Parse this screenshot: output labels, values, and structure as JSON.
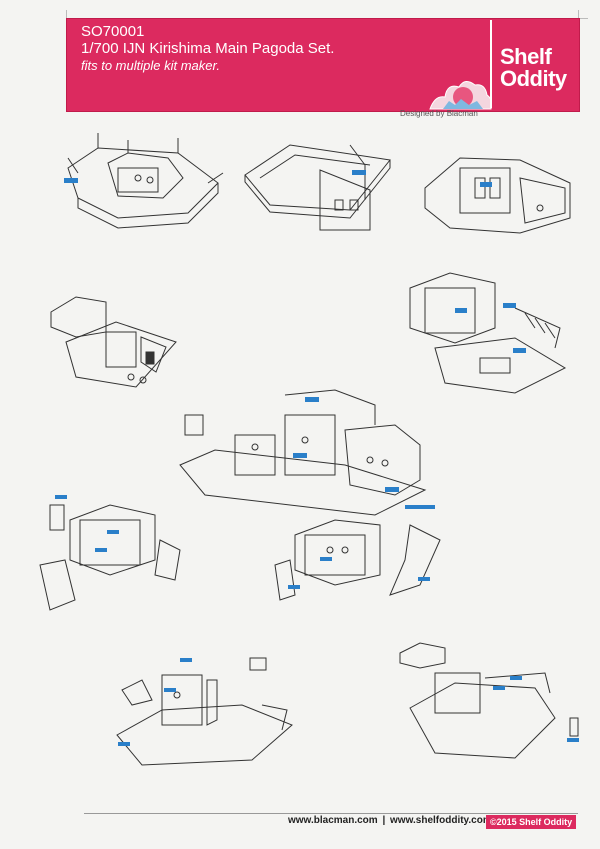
{
  "header": {
    "code": "SO70001",
    "title": "1/700 IJN Kirishima Main Pagoda Set.",
    "subtitle": "fits to multiple kit maker.",
    "designed_by": "Designed by Blacman"
  },
  "logo": {
    "line1": "Shelf",
    "line2": "Oddity"
  },
  "footer": {
    "website1": "www.blacman.com",
    "separator": "|",
    "website2": "www.shelfoddity.com",
    "copyright": "©2015 Shelf Oddity"
  },
  "colors": {
    "brand": "#dc2a5f",
    "line_art": "#333333",
    "part_label": "#2a7fc9"
  },
  "diagrams": [
    {
      "id": "step-1",
      "icon": "assembly-diagram-icon"
    },
    {
      "id": "step-2",
      "icon": "assembly-diagram-icon"
    },
    {
      "id": "step-3",
      "icon": "assembly-diagram-icon"
    },
    {
      "id": "step-4",
      "icon": "assembly-diagram-icon"
    },
    {
      "id": "step-5",
      "icon": "assembly-diagram-icon"
    },
    {
      "id": "step-6",
      "icon": "assembly-diagram-icon"
    },
    {
      "id": "step-7",
      "icon": "assembly-diagram-icon"
    },
    {
      "id": "step-8",
      "icon": "assembly-diagram-icon"
    },
    {
      "id": "step-9",
      "icon": "assembly-diagram-icon"
    },
    {
      "id": "step-10",
      "icon": "assembly-diagram-icon"
    }
  ]
}
